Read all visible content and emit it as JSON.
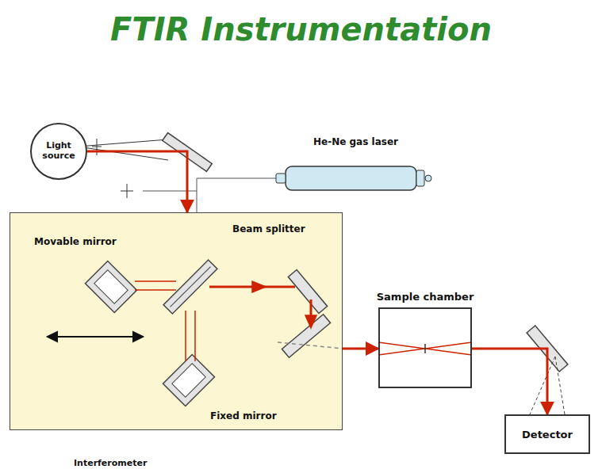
{
  "diagram": {
    "title": "FTIR Instrumentation",
    "nodes": [
      {
        "text": [
          "Light source"
        ]
      },
      {
        "text": [
          "Interferometer"
        ]
      },
      {
        "text": [
          "Sample chamber"
        ]
      },
      {
        "text": [
          "Detector"
        ]
      }
    ],
    "edges": [
      {
        "from": 0,
        "to": 1,
        "arrow": "to"
      },
      {
        "from": 1,
        "to": 2,
        "arrow": "to"
      },
      {
        "from": 2,
        "to": 3,
        "arrow": "to"
      }
    ],
    "labels": [
      "He-Ne gas laser",
      "Movable mirror",
      "Beam splitter",
      "Fixed mirror"
    ]
  }
}
